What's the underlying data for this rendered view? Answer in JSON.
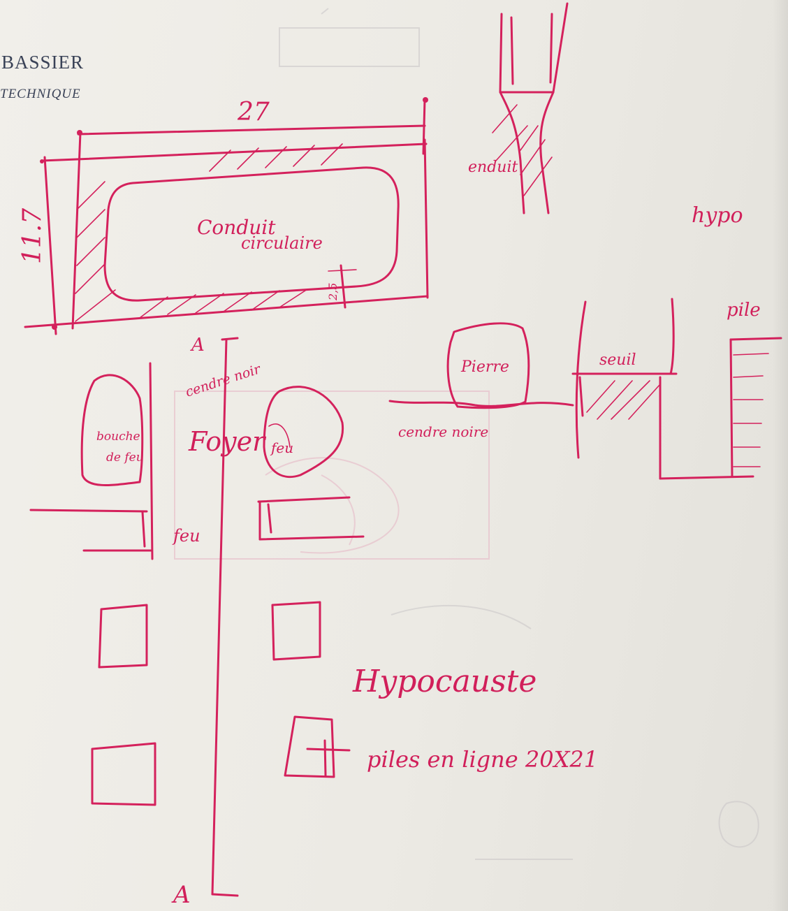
{
  "printed": {
    "title": "BASSIER",
    "subtitle": "TECHNIQUE"
  },
  "handwriting": {
    "dim_width": "27",
    "dim_height": "11.7",
    "dim_small": "2,5",
    "conduit_line1": "Conduit",
    "conduit_line2": "circulaire",
    "section_a_top": "A",
    "section_a_bottom": "A",
    "cendre_noir": "cendre noir",
    "foyer": "Foyer",
    "bouche_de_feu_1": "bouche",
    "bouche_de_feu_2": "de feu",
    "feu_right": "feu",
    "feu_middle": "feu",
    "enduit": "enduit",
    "hypo": "hypo",
    "pile": "pile",
    "pierre": "Pierre",
    "seuil": "seuil",
    "cendre_noire_right": "cendre noire",
    "hypocauste": "Hypocauste",
    "piles_note": "piles en ligne 20X21"
  },
  "colors": {
    "ink": "#d4215c",
    "print": "#3a4257",
    "paper": "#eceae4"
  }
}
